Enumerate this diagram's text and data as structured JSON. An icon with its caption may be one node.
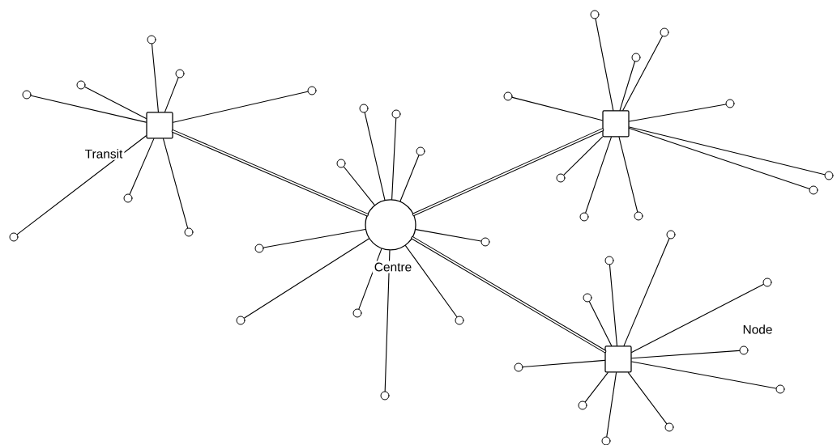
{
  "diagram": {
    "nodes": [
      {
        "text": [],
        "shape": "box",
        "beside": [
          "Transit"
        ]
      },
      {
        "text": [],
        "shape": "circle",
        "beside": [
          "Centre"
        ]
      },
      {
        "text": [],
        "shape": "box"
      },
      {
        "text": [],
        "shape": "box"
      },
      {
        "text": [],
        "shape": "circle"
      },
      {
        "text": [],
        "shape": "circle"
      },
      {
        "text": [],
        "shape": "circle"
      },
      {
        "text": [],
        "shape": "circle"
      },
      {
        "text": [],
        "shape": "circle"
      },
      {
        "text": [],
        "shape": "circle"
      },
      {
        "text": [],
        "shape": "circle"
      },
      {
        "text": [],
        "shape": "circle"
      },
      {
        "text": [],
        "shape": "circle"
      },
      {
        "text": [],
        "shape": "circle"
      },
      {
        "text": [],
        "shape": "circle"
      },
      {
        "text": [],
        "shape": "circle"
      },
      {
        "text": [],
        "shape": "circle"
      },
      {
        "text": [],
        "shape": "circle"
      },
      {
        "text": [],
        "shape": "circle"
      },
      {
        "text": [],
        "shape": "circle"
      },
      {
        "text": [],
        "shape": "circle"
      },
      {
        "text": [],
        "shape": "circle"
      },
      {
        "text": [],
        "shape": "circle"
      },
      {
        "text": [],
        "shape": "circle"
      },
      {
        "text": [],
        "shape": "circle"
      },
      {
        "text": [],
        "shape": "circle"
      },
      {
        "text": [],
        "shape": "circle"
      },
      {
        "text": [],
        "shape": "circle"
      },
      {
        "text": [],
        "shape": "circle"
      },
      {
        "text": [],
        "shape": "circle"
      },
      {
        "text": [],
        "shape": "circle"
      },
      {
        "text": [],
        "shape": "circle"
      },
      {
        "text": [],
        "shape": "circle"
      },
      {
        "text": [],
        "shape": "circle"
      },
      {
        "text": [],
        "shape": "circle"
      },
      {
        "text": [],
        "shape": "circle"
      },
      {
        "text": [],
        "shape": "circle"
      },
      {
        "text": [],
        "shape": "circle"
      },
      {
        "text": [],
        "shape": "circle"
      },
      {
        "text": [],
        "shape": "circle"
      },
      {
        "text": [],
        "shape": "circle"
      },
      {
        "text": [],
        "shape": "circle"
      }
    ],
    "edges": [
      {
        "from": 0,
        "to": 1,
        "arrow": "none",
        "style": "thick"
      },
      {
        "from": 1,
        "to": 2,
        "arrow": "none",
        "style": "thick"
      },
      {
        "from": 1,
        "to": 3,
        "arrow": "none",
        "style": "thick"
      },
      {
        "from": 0,
        "to": 4,
        "arrow": "none"
      },
      {
        "from": 0,
        "to": 5,
        "arrow": "none"
      },
      {
        "from": 0,
        "to": 6,
        "arrow": "none"
      },
      {
        "from": 0,
        "to": 7,
        "arrow": "none"
      },
      {
        "from": 0,
        "to": 8,
        "arrow": "none"
      },
      {
        "from": 0,
        "to": 9,
        "arrow": "none"
      },
      {
        "from": 0,
        "to": 10,
        "arrow": "none"
      },
      {
        "from": 0,
        "to": 11,
        "arrow": "none"
      },
      {
        "from": 1,
        "to": 12,
        "arrow": "none"
      },
      {
        "from": 1,
        "to": 13,
        "arrow": "none"
      },
      {
        "from": 1,
        "to": 14,
        "arrow": "none"
      },
      {
        "from": 1,
        "to": 15,
        "arrow": "none"
      },
      {
        "from": 1,
        "to": 16,
        "arrow": "none"
      },
      {
        "from": 1,
        "to": 17,
        "arrow": "none"
      },
      {
        "from": 1,
        "to": 18,
        "arrow": "none"
      },
      {
        "from": 1,
        "to": 19,
        "arrow": "none"
      },
      {
        "from": 1,
        "to": 20,
        "arrow": "none"
      },
      {
        "from": 1,
        "to": 21,
        "arrow": "none"
      },
      {
        "from": 2,
        "to": 22,
        "arrow": "none"
      },
      {
        "from": 2,
        "to": 23,
        "arrow": "none"
      },
      {
        "from": 2,
        "to": 24,
        "arrow": "none"
      },
      {
        "from": 2,
        "to": 25,
        "arrow": "none"
      },
      {
        "from": 2,
        "to": 26,
        "arrow": "none"
      },
      {
        "from": 2,
        "to": 27,
        "arrow": "none"
      },
      {
        "from": 2,
        "to": 28,
        "arrow": "none"
      },
      {
        "from": 2,
        "to": 29,
        "arrow": "none"
      },
      {
        "from": 2,
        "to": 30,
        "arrow": "none"
      },
      {
        "from": 2,
        "to": 31,
        "arrow": "none"
      },
      {
        "from": 3,
        "to": 32,
        "arrow": "none"
      },
      {
        "from": 3,
        "to": 33,
        "arrow": "none"
      },
      {
        "from": 3,
        "to": 34,
        "arrow": "none"
      },
      {
        "from": 3,
        "to": 35,
        "arrow": "none"
      },
      {
        "from": 3,
        "to": 36,
        "arrow": "none"
      },
      {
        "from": 3,
        "to": 37,
        "arrow": "none"
      },
      {
        "from": 3,
        "to": 38,
        "arrow": "none"
      },
      {
        "from": 3,
        "to": 39,
        "arrow": "none"
      },
      {
        "from": 3,
        "to": 40,
        "arrow": "none"
      },
      {
        "from": 3,
        "to": 41,
        "arrow": "none"
      }
    ],
    "labels": [
      "Node"
    ]
  }
}
